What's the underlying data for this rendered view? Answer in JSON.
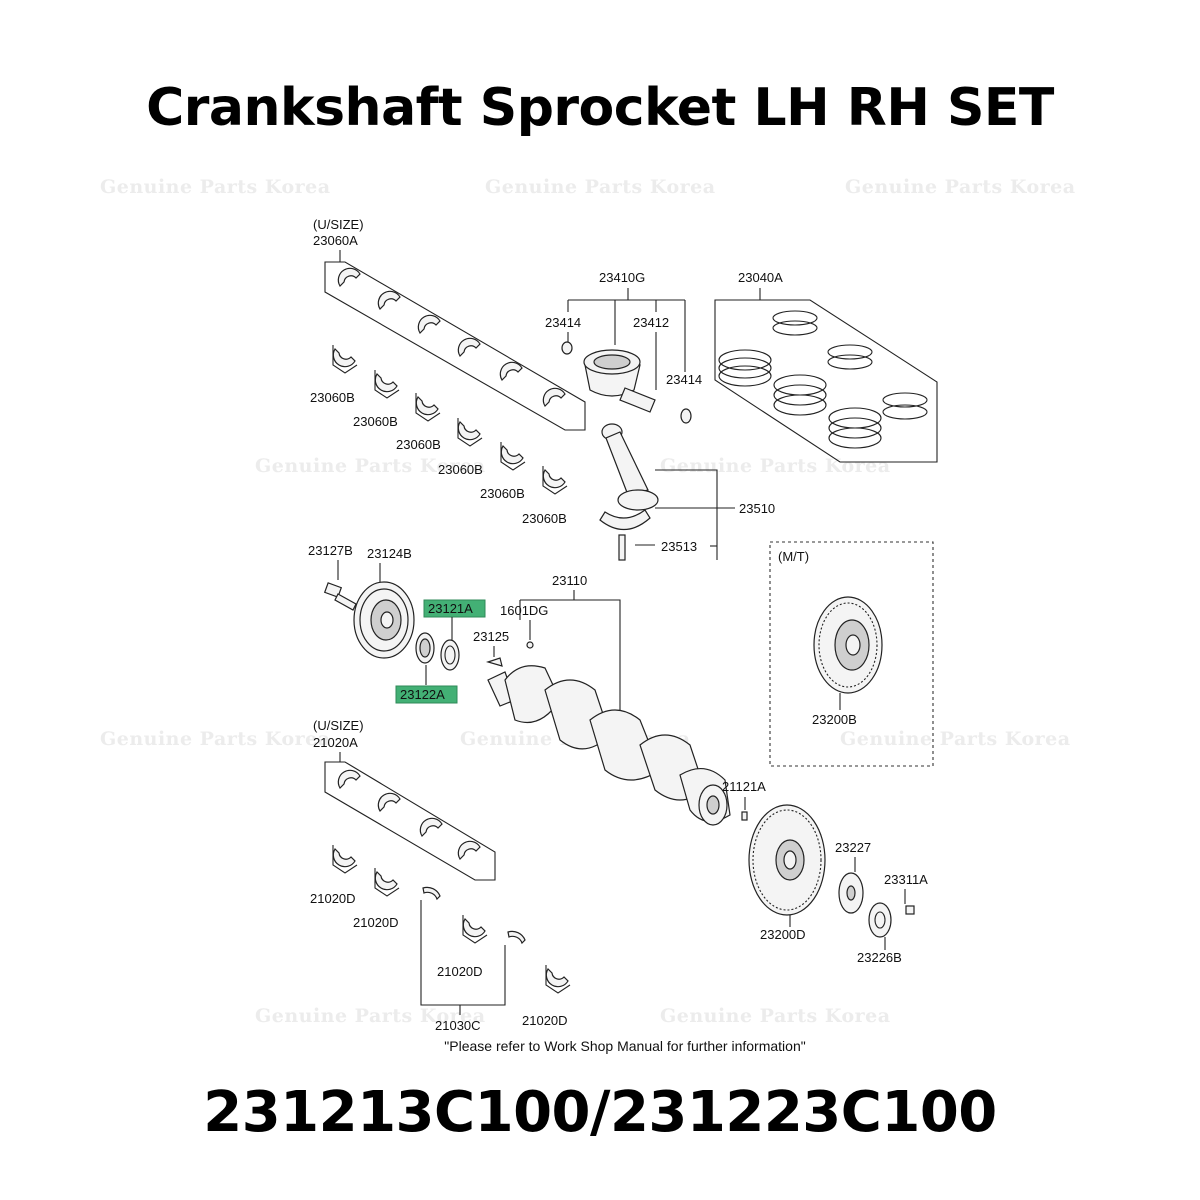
{
  "header": {
    "title": "Crankshaft Sprocket LH RH SET"
  },
  "footer": {
    "part_numbers": "231213C100/231223C100"
  },
  "diagram": {
    "note": "\"Please refer to Work Shop Manual for further information\"",
    "watermark": "Genuine Parts Korea",
    "highlight_color": "#43b075",
    "labels": {
      "usize_top": "(U/SIZE)",
      "p23060A": "23060A",
      "p23060B": "23060B",
      "p23410G": "23410G",
      "p23414": "23414",
      "p23412": "23412",
      "p23040A": "23040A",
      "p23510": "23510",
      "p23513": "23513",
      "p23127B": "23127B",
      "p23124B": "23124B",
      "p23121A": "23121A",
      "p23122A": "23122A",
      "p23125": "23125",
      "p1601DG": "1601DG",
      "p23110": "23110",
      "mt": "(M/T)",
      "p23200B": "23200B",
      "usize_bottom": "(U/SIZE)",
      "p21020A": "21020A",
      "p21020D": "21020D",
      "p21030C": "21030C",
      "p21121A": "21121A",
      "p23200D": "23200D",
      "p23227": "23227",
      "p23311A": "23311A",
      "p23226B": "23226B"
    }
  }
}
